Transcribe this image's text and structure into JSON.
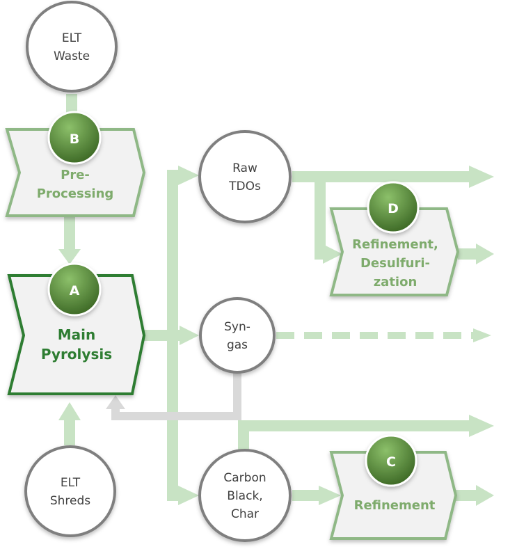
{
  "nodes": {
    "elt_waste": {
      "line1": "ELT",
      "line2": "Waste"
    },
    "raw_tdos": {
      "line1": "Raw",
      "line2": "TDOs"
    },
    "syngas": {
      "line1": "Syn-",
      "line2": "gas"
    },
    "carbon_black": {
      "line1": "Carbon",
      "line2": "Black,",
      "line3": "Char"
    },
    "elt_shreds": {
      "line1": "ELT",
      "line2": "Shreds"
    }
  },
  "processes": {
    "preprocessing": {
      "badge": "B",
      "line1": "Pre-",
      "line2": "Processing"
    },
    "main_pyrolysis": {
      "badge": "A",
      "line1": "Main",
      "line2": "Pyrolysis"
    },
    "refinement_desulf": {
      "badge": "D",
      "line1": "Refinement,",
      "line2": "Desulfuri-",
      "line3": "zation"
    },
    "refinement": {
      "badge": "C",
      "line1": "Refinement"
    }
  },
  "colors": {
    "flow": "#c8e3c4",
    "recycle": "#d9d9d9",
    "circle_stroke": "#7f7f7f",
    "process_stroke": "#8fb886",
    "main_stroke": "#2e7d32",
    "process_fill": "#f2f2f2",
    "badge_fill": "#5e8c3e"
  }
}
